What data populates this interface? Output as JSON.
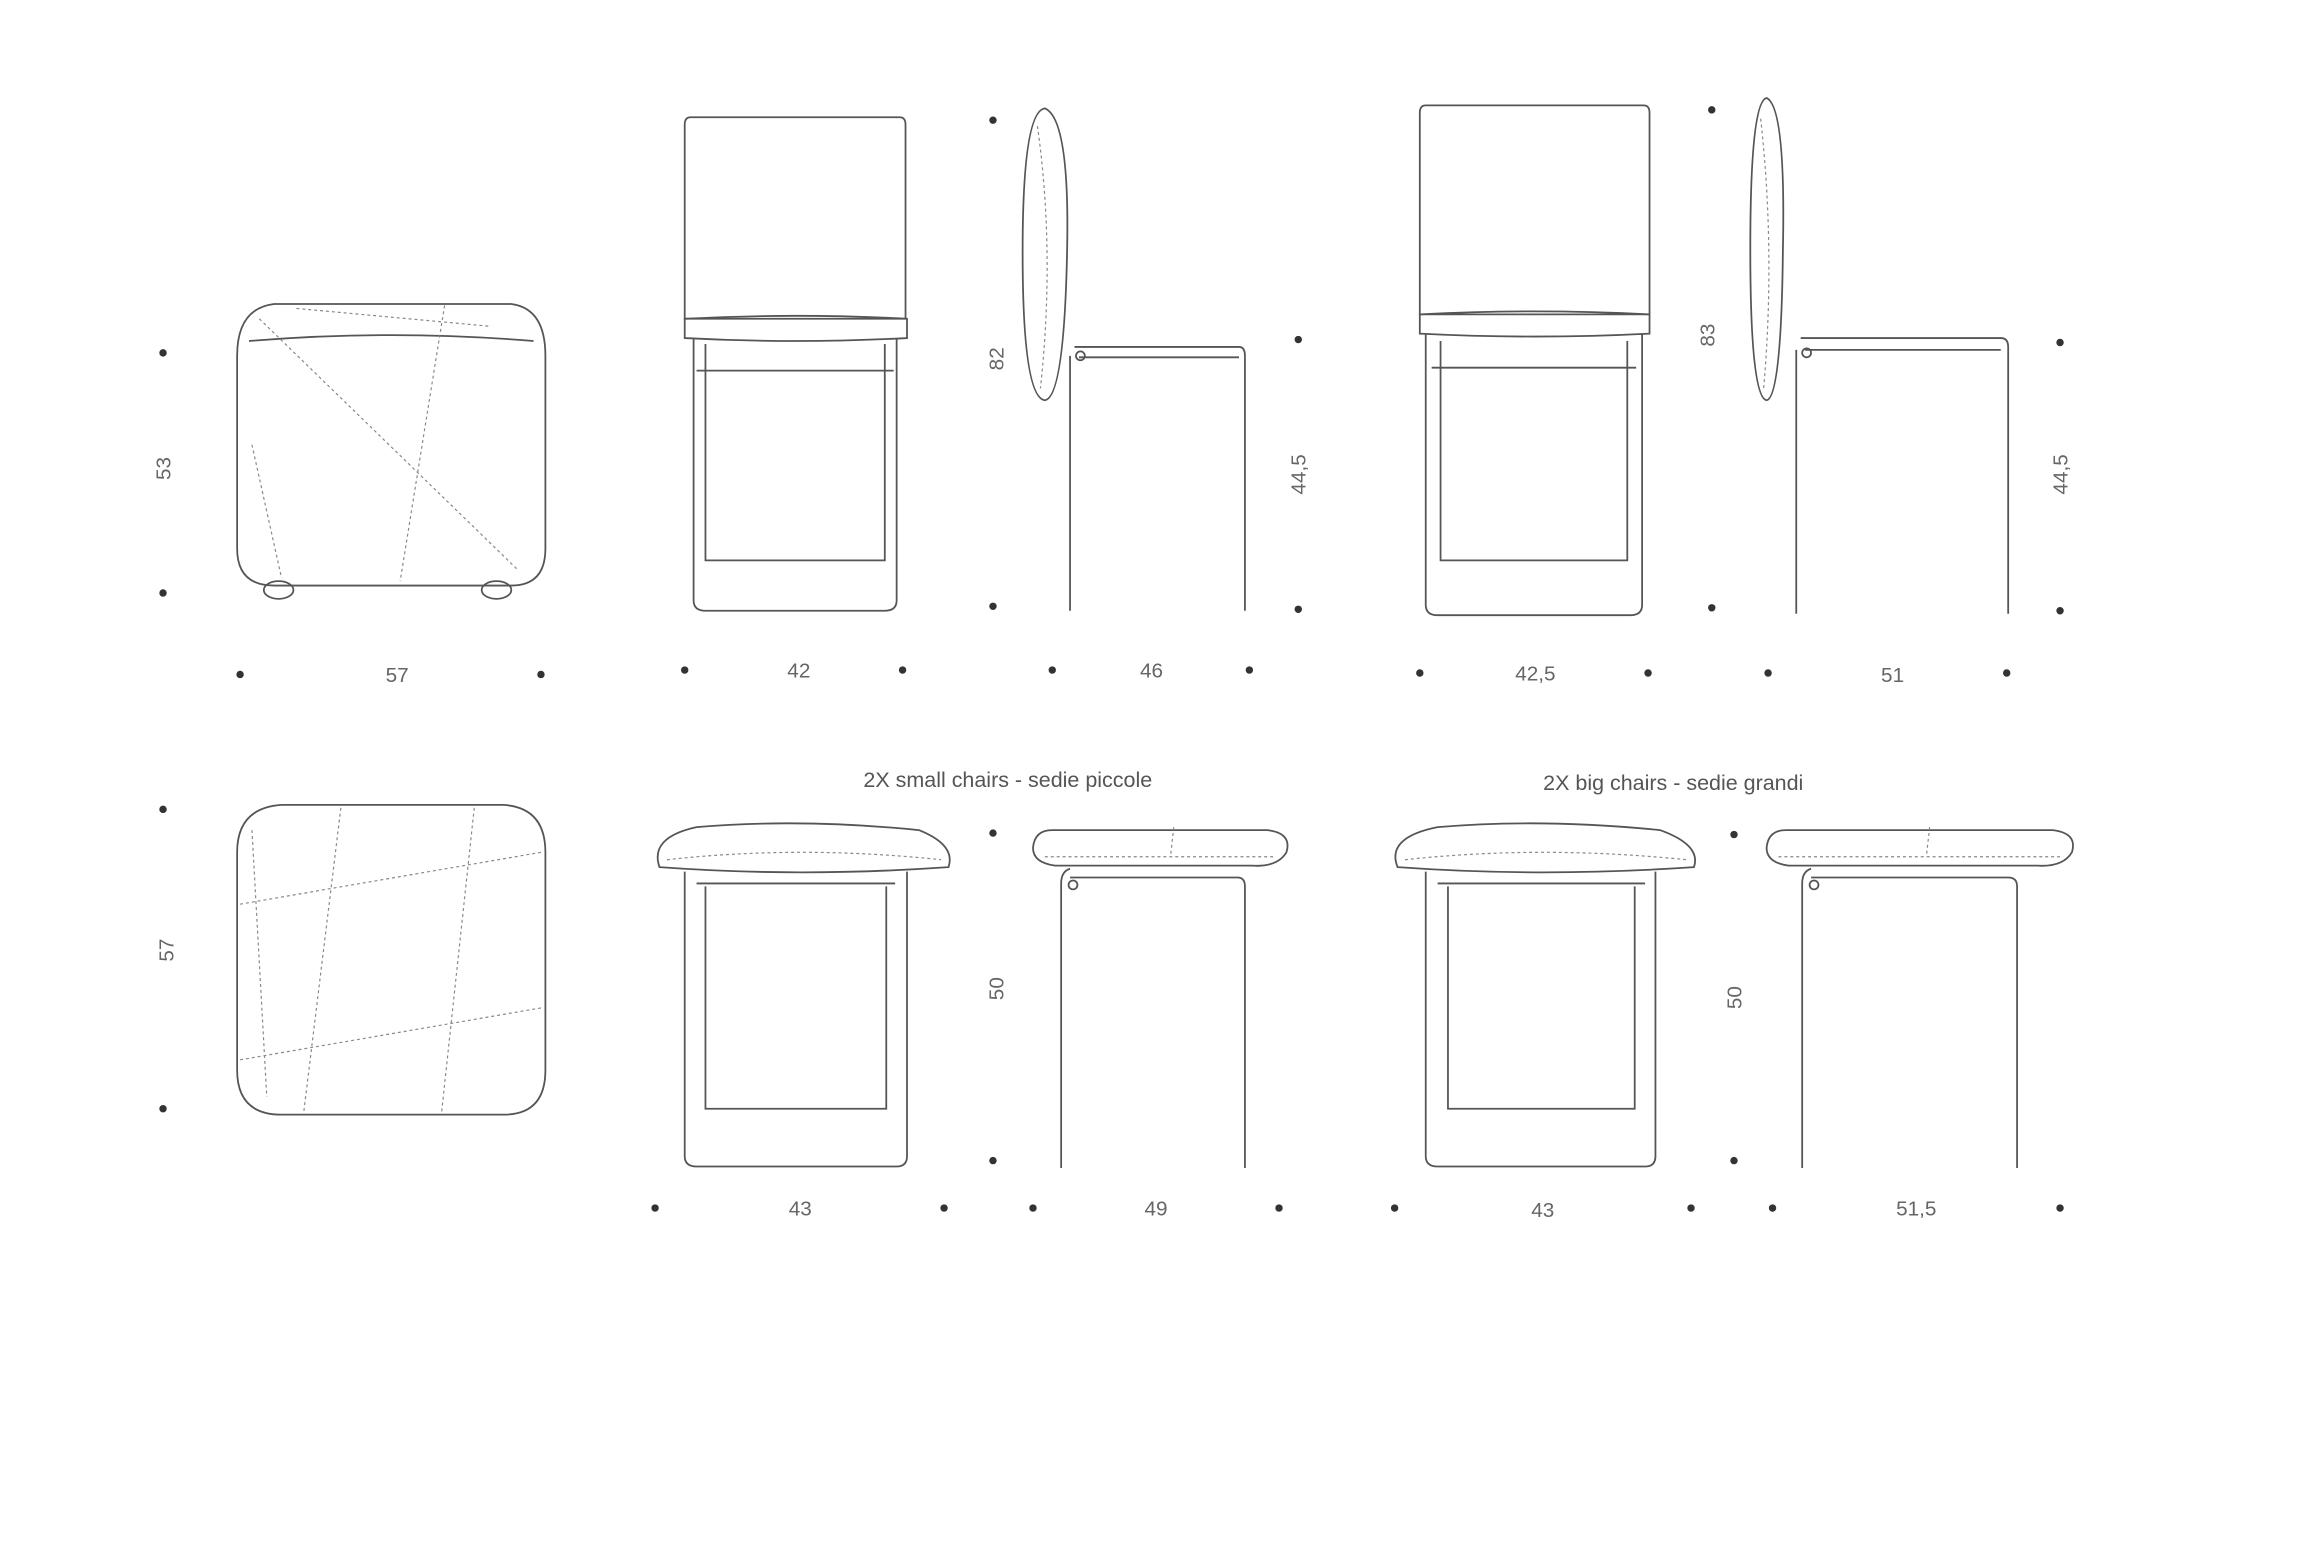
{
  "titles": {
    "small": "2X small chairs - sedie piccole",
    "big": "2X big chairs - sedie grandi"
  },
  "dimensions": {
    "ottoman_height": "53",
    "ottoman_width": "57",
    "ottoman_depth": "57",
    "small_chair_width": "42",
    "small_chair_height": "82",
    "small_chair_seat_height": "44,5",
    "small_chair_depth": "46",
    "big_chair_width": "42,5",
    "big_chair_height": "83",
    "big_chair_seat_height": "44,5",
    "big_chair_depth": "51",
    "small_stool_width": "43",
    "small_stool_height": "50",
    "small_stool_depth": "49",
    "big_stool_width": "43",
    "big_stool_height": "50",
    "big_stool_depth": "51,5"
  }
}
